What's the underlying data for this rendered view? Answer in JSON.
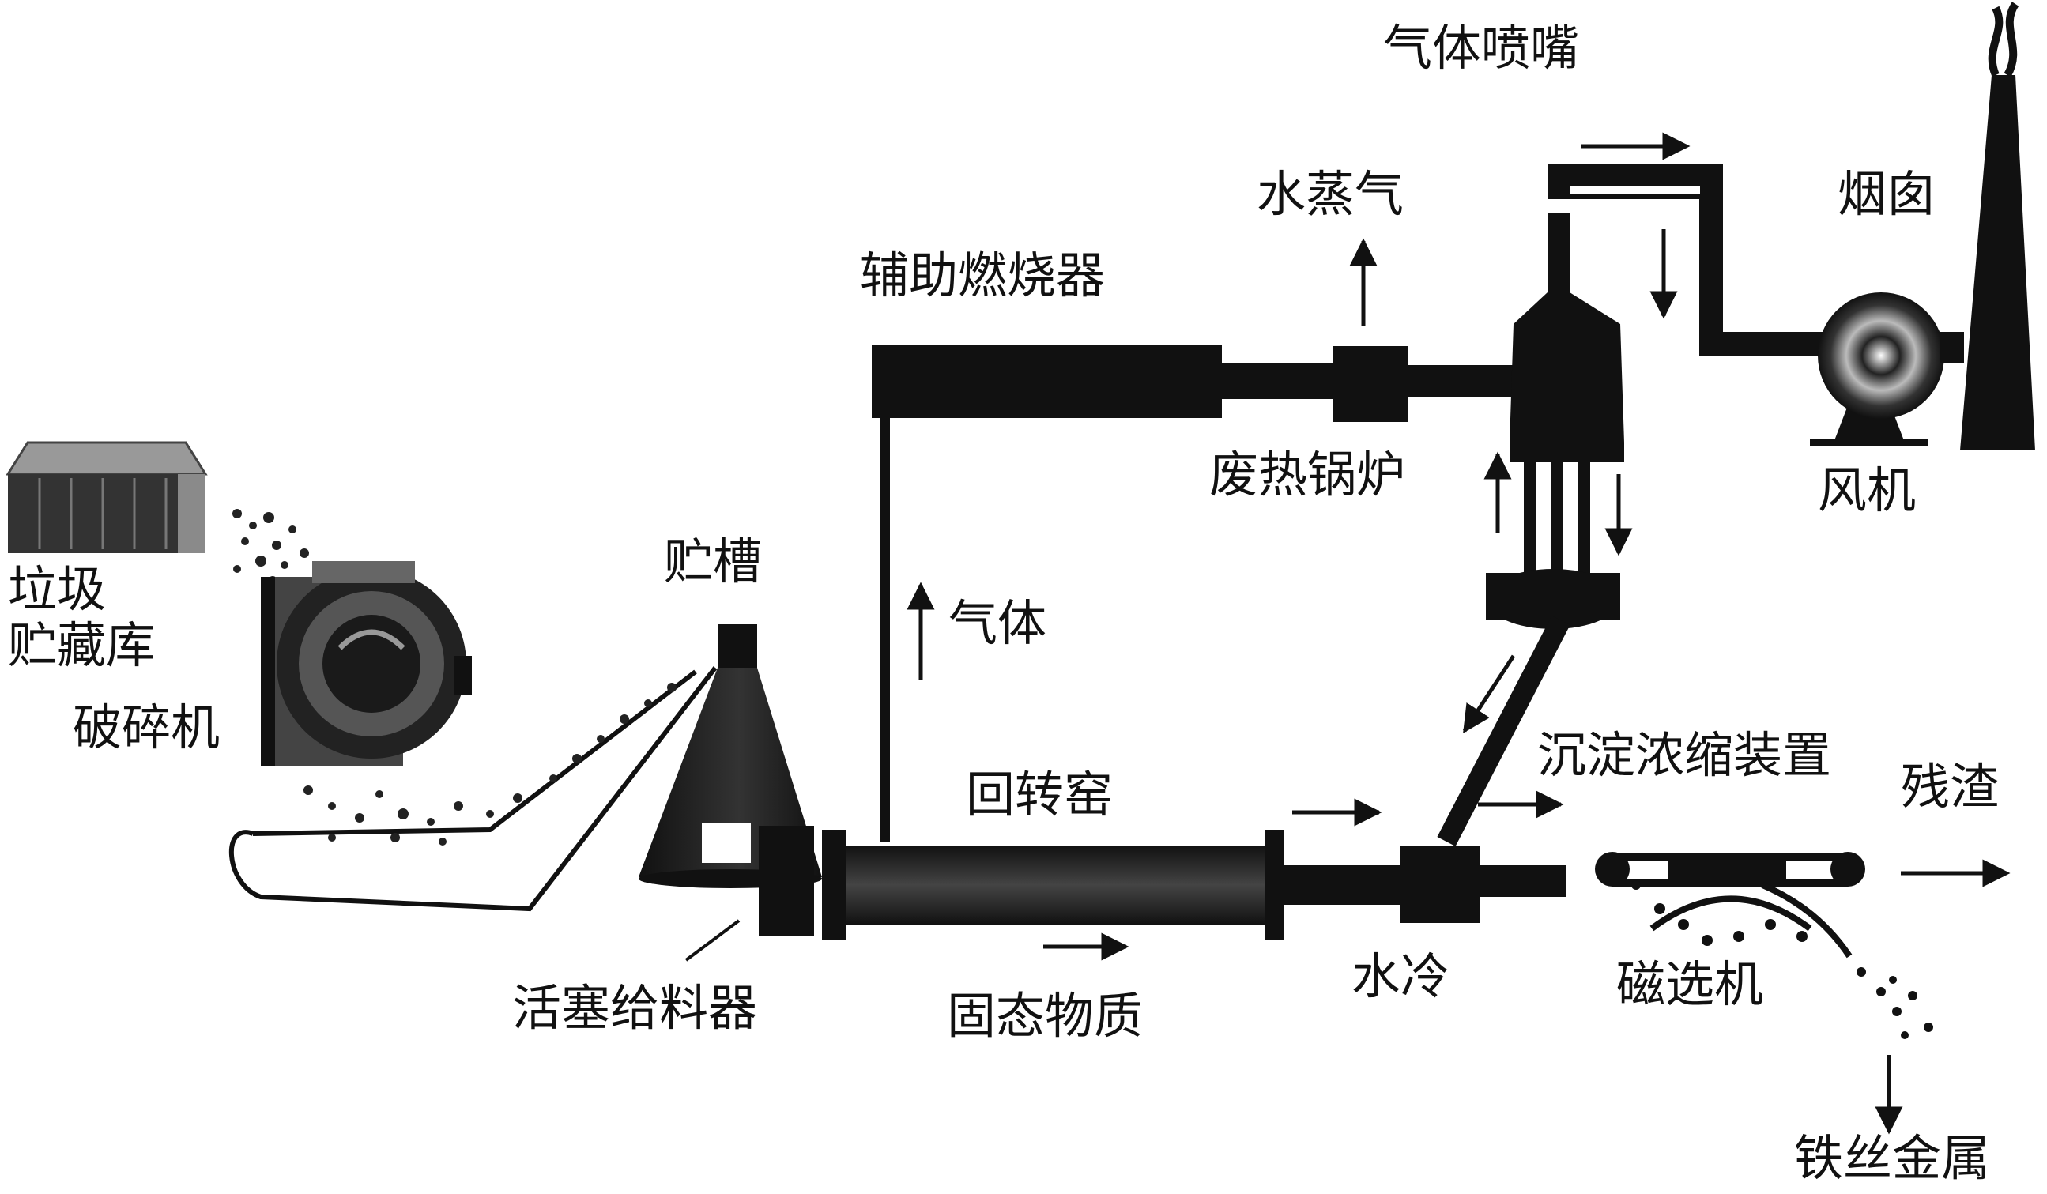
{
  "labels": {
    "storage": [
      "垃圾",
      "贮藏库"
    ],
    "crusher": "破碎机",
    "hopper": "贮槽",
    "piston_feeder": "活塞给料器",
    "aux_burner": "辅助燃烧器",
    "gas": "气体",
    "rotary_kiln": "回转窑",
    "solids": "固态物质",
    "steam": "水蒸气",
    "waste_heat_boiler": "废热锅炉",
    "gas_nozzle": "气体喷嘴",
    "chimney": "烟囱",
    "fan": "风机",
    "water_cooling": "水冷",
    "settling_thickener": "沉淀浓缩装置",
    "residue": "残渣",
    "magnetic_separator": "磁选机",
    "wire_metal": "铁丝金属"
  }
}
